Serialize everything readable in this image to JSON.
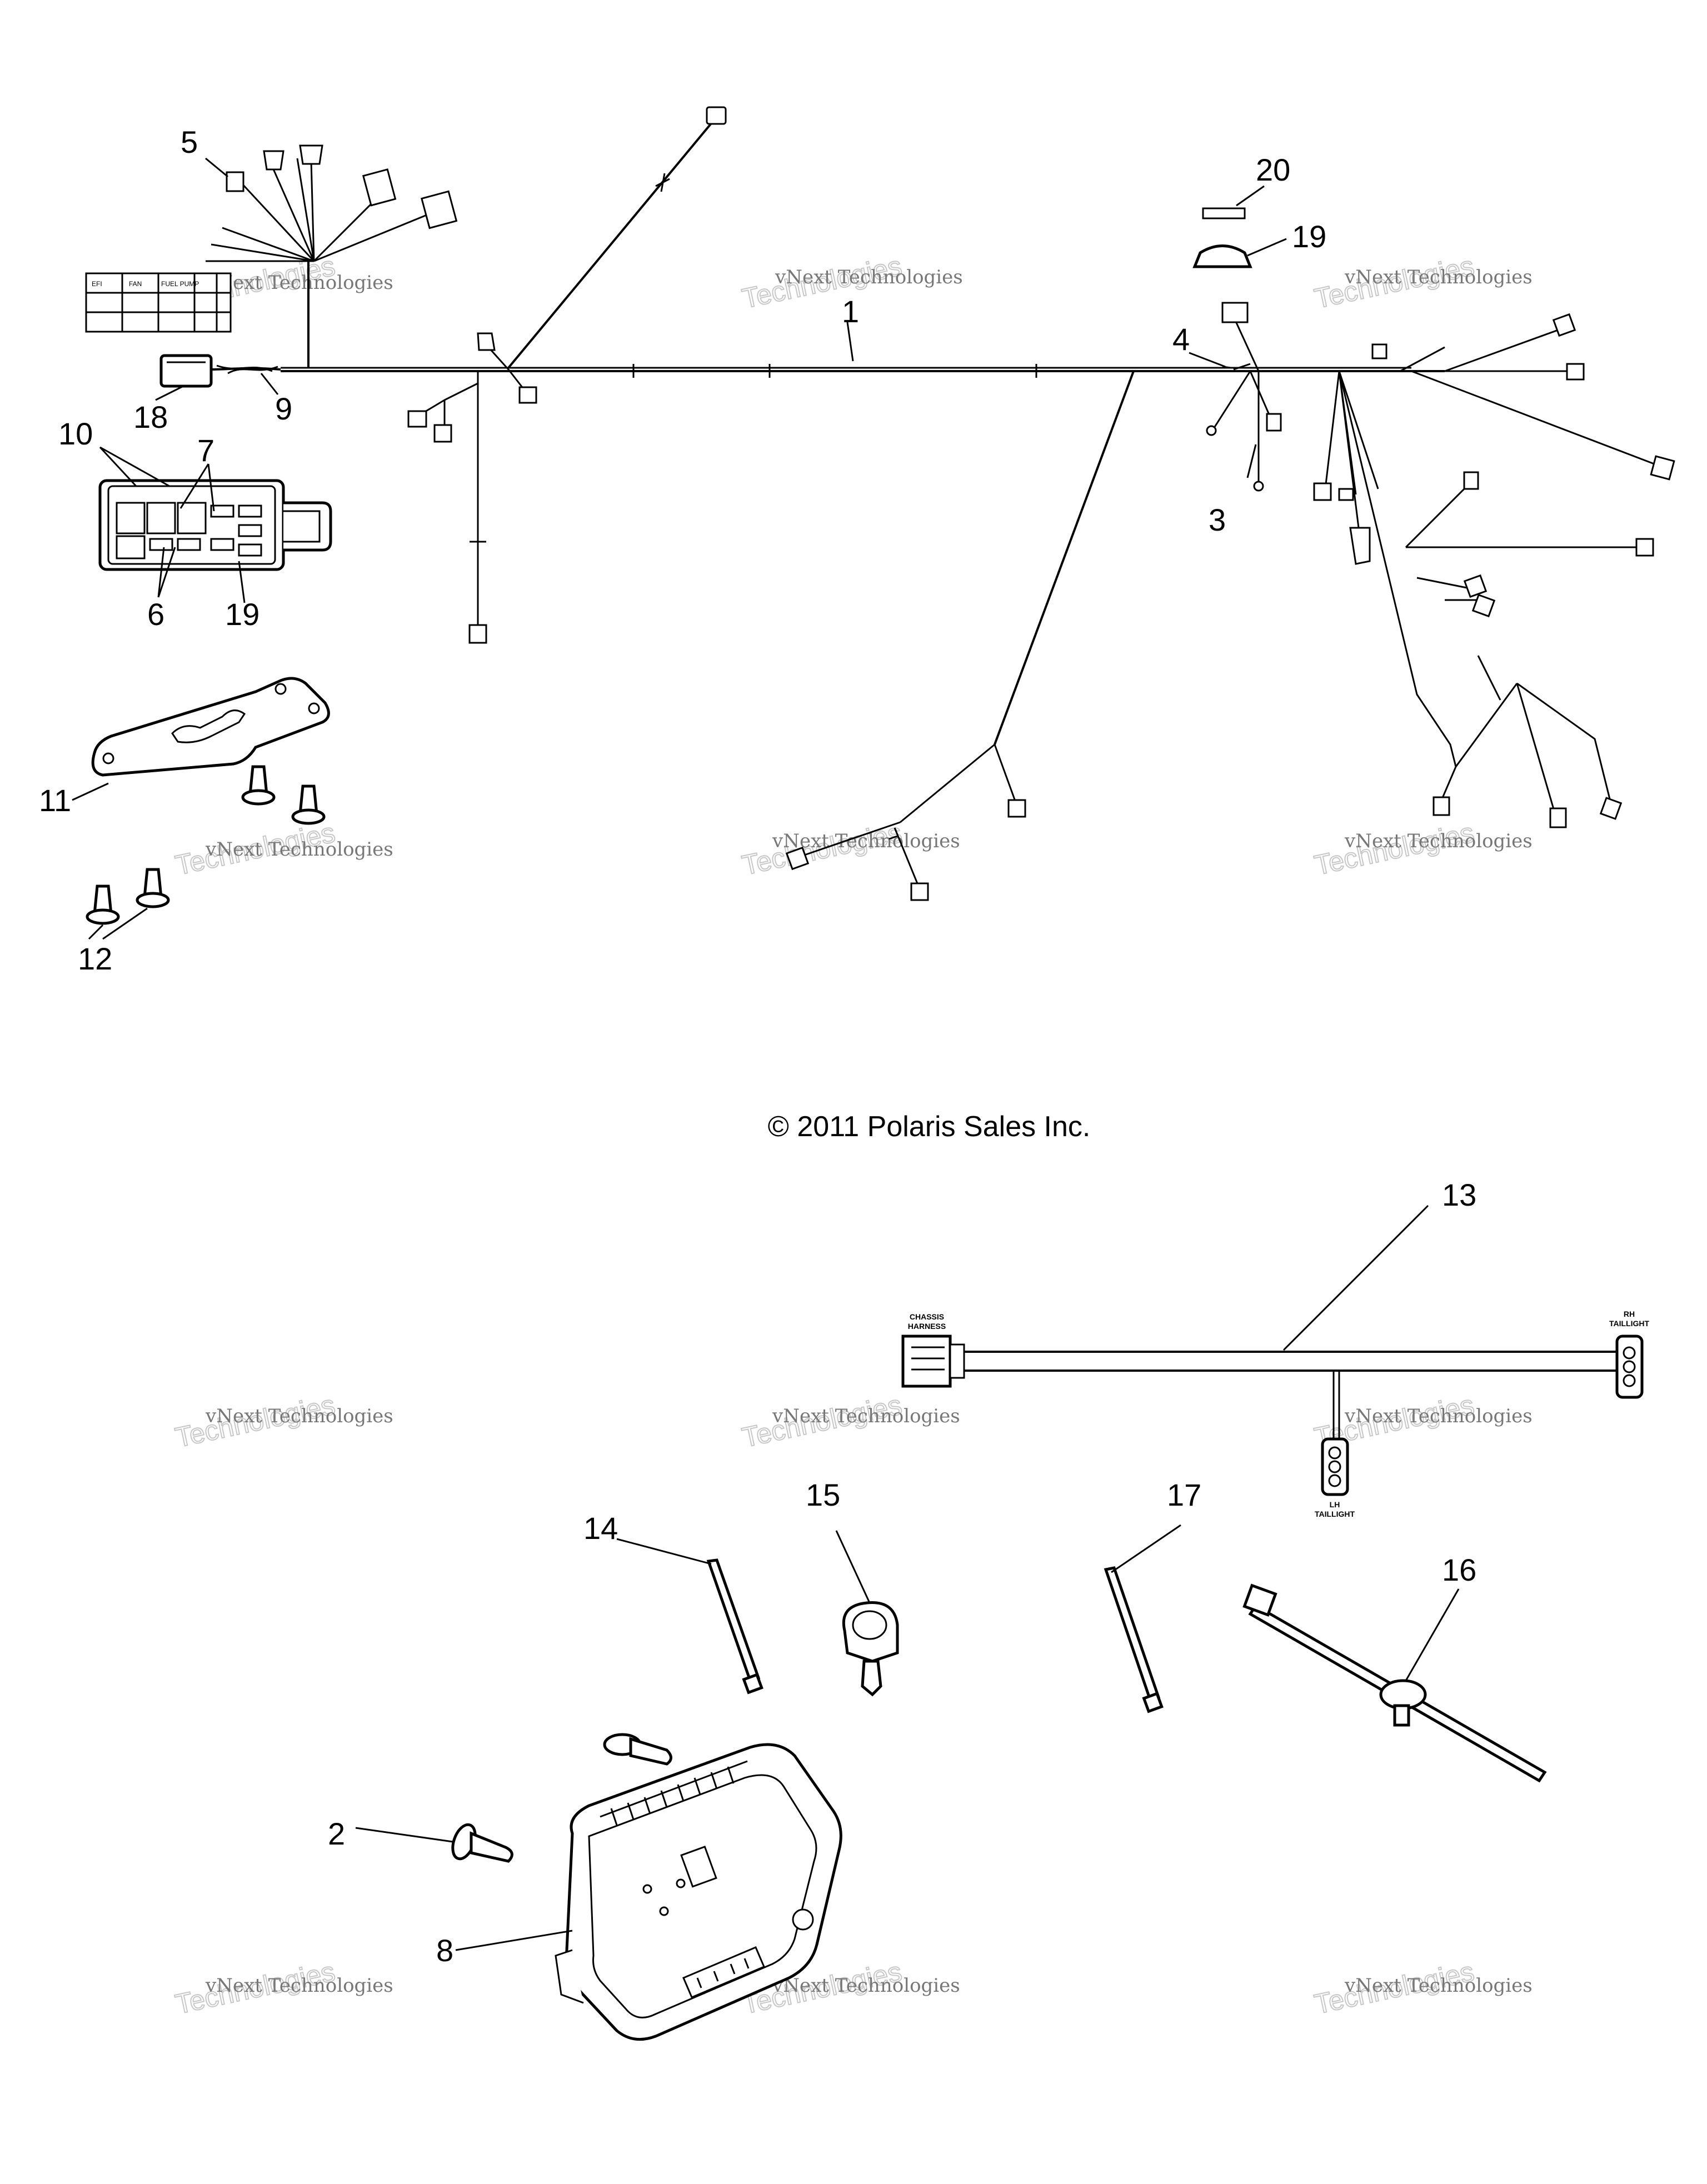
{
  "callouts": {
    "c1": "1",
    "c2": "2",
    "c3": "3",
    "c4": "4",
    "c5": "5",
    "c6": "6",
    "c7": "7",
    "c8": "8",
    "c9": "9",
    "c10": "10",
    "c11": "11",
    "c12": "12",
    "c13": "13",
    "c14": "14",
    "c15": "15",
    "c16": "16",
    "c17": "17",
    "c18": "18",
    "c19a": "19",
    "c19b": "19",
    "c20": "20"
  },
  "copyright": "© 2011 Polaris Sales Inc.",
  "watermark": {
    "line1": "vNext Technologies",
    "line2": "Technologies"
  },
  "harness_labels": {
    "chassis": "CHASSIS",
    "harness": "HARNESS",
    "rh_1": "RH",
    "rh_2": "TAILLIGHT",
    "lh_1": "LH",
    "lh_2": "TAILLIGHT"
  },
  "relay_chart": [
    "EFI",
    "FAN",
    "FUEL PUMP",
    "",
    "",
    "",
    "",
    "",
    "",
    "",
    "",
    "",
    "",
    "",
    "",
    ""
  ]
}
